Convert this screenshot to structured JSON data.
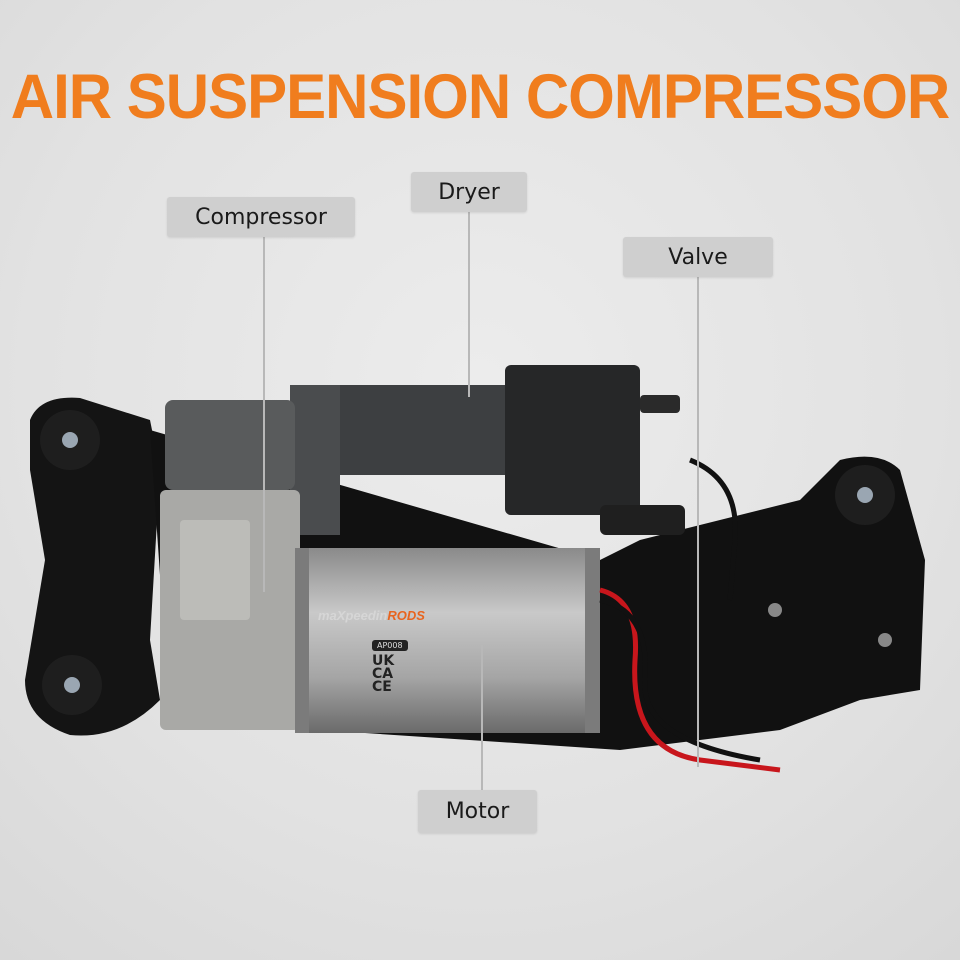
{
  "title": "AIR SUSPENSION COMPRESSOR",
  "labels": {
    "compressor": "Compressor",
    "dryer": "Dryer",
    "valve": "Valve",
    "motor": "Motor"
  },
  "product": {
    "brand_prefix": "maXpeedin",
    "brand_suffix": "RODS",
    "part_code": "AP008",
    "cert_marks": "UK CA CE"
  },
  "colors": {
    "title": "#f07d1e",
    "label_bg": "#cfcfcf"
  }
}
